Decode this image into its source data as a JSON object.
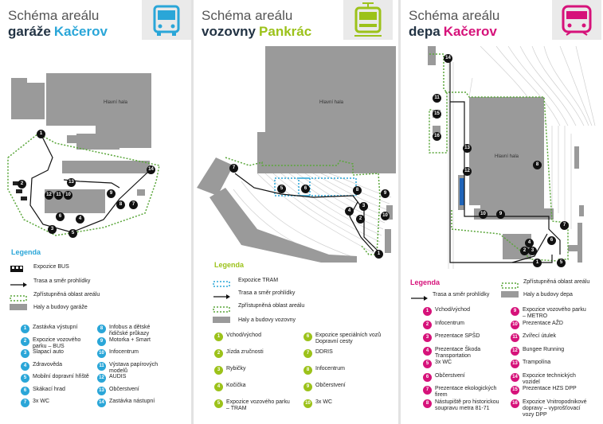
{
  "panels": [
    {
      "id": "garaze",
      "title_line1": "Schéma areálu",
      "title_name": "garáže",
      "title_place": "Kačerov",
      "accent": "#2aa6d8",
      "icon": "bus-icon",
      "hall_label": "Hlavní hala",
      "legend": {
        "title": "Legenda",
        "symbols": [
          {
            "icon": "bus-exhibit-icon",
            "label": "Expozice BUS"
          },
          {
            "icon": "route-arrow-icon",
            "label": "Trasa a směr prohlídky"
          },
          {
            "icon": "accessible-area-icon",
            "label": "Zpřístupněná oblast areálu"
          },
          {
            "icon": "building-swatch-icon",
            "label": "Haly a budovy garáže"
          }
        ],
        "items": [
          {
            "n": "1",
            "label": "Zastávka výstupní"
          },
          {
            "n": "2",
            "label": "Expozice vozového parku – BUS"
          },
          {
            "n": "3",
            "label": "Šlapací auto"
          },
          {
            "n": "4",
            "label": "Zdravověda"
          },
          {
            "n": "5",
            "label": "Mobilní dopravní hřiště"
          },
          {
            "n": "6",
            "label": "Skákací hrad"
          },
          {
            "n": "7",
            "label": "3x WC"
          },
          {
            "n": "8",
            "label": "Infobus a dětské řidičské průkazy"
          },
          {
            "n": "9",
            "label": "Motorka + Smart"
          },
          {
            "n": "10",
            "label": "Infocentrum"
          },
          {
            "n": "11",
            "label": "Výstava papírových modelů"
          },
          {
            "n": "12",
            "label": "AUDIS"
          },
          {
            "n": "13",
            "label": "Občerstvení"
          },
          {
            "n": "14",
            "label": "Zastávka nástupní"
          }
        ]
      }
    },
    {
      "id": "vozovny",
      "title_line1": "Schéma areálu",
      "title_name": "vozovny",
      "title_place": "Pankrác",
      "accent": "#9cc21a",
      "icon": "tram-icon",
      "hall_label": "Hlavní hala",
      "legend": {
        "title": "Legenda",
        "symbols": [
          {
            "icon": "tram-exhibit-icon",
            "label": "Expozice TRAM"
          },
          {
            "icon": "route-arrow-icon",
            "label": "Trasa a směr prohlídky"
          },
          {
            "icon": "accessible-area-icon",
            "label": "Zpřístupněná oblast areálu"
          },
          {
            "icon": "building-swatch-icon",
            "label": "Haly a budovy vozovny"
          }
        ],
        "items": [
          {
            "n": "1",
            "label": "Vchod/východ"
          },
          {
            "n": "2",
            "label": "Jízda zručnosti"
          },
          {
            "n": "3",
            "label": "Rybičky"
          },
          {
            "n": "4",
            "label": "Kočička"
          },
          {
            "n": "5",
            "label": "Expozice vozového parku – TRAM"
          },
          {
            "n": "6",
            "label": "Expozice speciálních vozů Dopravní cesty"
          },
          {
            "n": "7",
            "label": "DDRIS"
          },
          {
            "n": "8",
            "label": "Infocentrum"
          },
          {
            "n": "9",
            "label": "Občerstvení"
          },
          {
            "n": "10",
            "label": "3x WC"
          }
        ]
      }
    },
    {
      "id": "depa",
      "title_line1": "Schéma areálu",
      "title_name": "depa",
      "title_place": "Kačerov",
      "accent": "#d6127a",
      "icon": "metro-icon",
      "hall_label": "Hlavní hala",
      "legend": {
        "title": "Legenda",
        "symbols": [
          {
            "icon": "route-arrow-icon",
            "label": "Trasa a směr prohlídky"
          },
          {
            "icon": "accessible-area-icon",
            "label": "Zpřístupněná oblast areálu"
          },
          {
            "icon": "building-swatch-icon",
            "label": "Haly a budovy depa"
          }
        ],
        "items": [
          {
            "n": "1",
            "label": "Vchod/východ"
          },
          {
            "n": "2",
            "label": "Infocentrum"
          },
          {
            "n": "3",
            "label": "Prezentace SPŠD"
          },
          {
            "n": "4",
            "label": "Prezentace Škoda Transportation"
          },
          {
            "n": "5",
            "label": "3x WC"
          },
          {
            "n": "6",
            "label": "Občerstvení"
          },
          {
            "n": "7",
            "label": "Prezentace ekologických firem"
          },
          {
            "n": "8",
            "label": "Nástupiště pro historickou soupravu metra 81-71"
          },
          {
            "n": "9",
            "label": "Expozice vozového parku – METRO"
          },
          {
            "n": "10",
            "label": "Prezentace AŽD"
          },
          {
            "n": "11",
            "label": "Zvířecí útulek"
          },
          {
            "n": "12",
            "label": "Bungee Running"
          },
          {
            "n": "13",
            "label": "Trampolína"
          },
          {
            "n": "14",
            "label": "Expozice technických vozidel"
          },
          {
            "n": "15",
            "label": "Prezentace HZS DPP"
          },
          {
            "n": "16",
            "label": "Expozice Vnitropodnikové dopravy – vyprošťovací vozy DPP"
          }
        ]
      }
    }
  ]
}
